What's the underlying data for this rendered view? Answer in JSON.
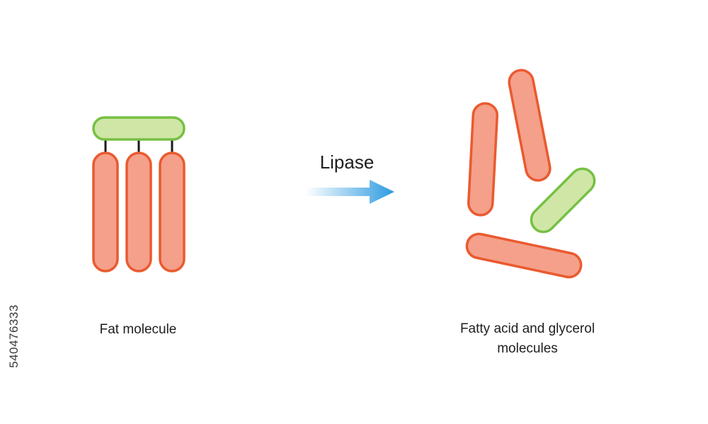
{
  "labels": {
    "fat": "Fat molecule",
    "products_line1": "Fatty acid and glycerol",
    "products_line2": "molecules",
    "enzyme": "Lipase"
  },
  "watermark_id": "540476333",
  "colors": {
    "fatty_acid_fill": "#f4a08a",
    "fatty_acid_stroke": "#ea5a2f",
    "glycerol_fill": "#cfe6a7",
    "glycerol_stroke": "#76c043",
    "bond": "#1a1a1a",
    "arrow_start": "#ffffff",
    "arrow_end": "#2d9be0"
  }
}
